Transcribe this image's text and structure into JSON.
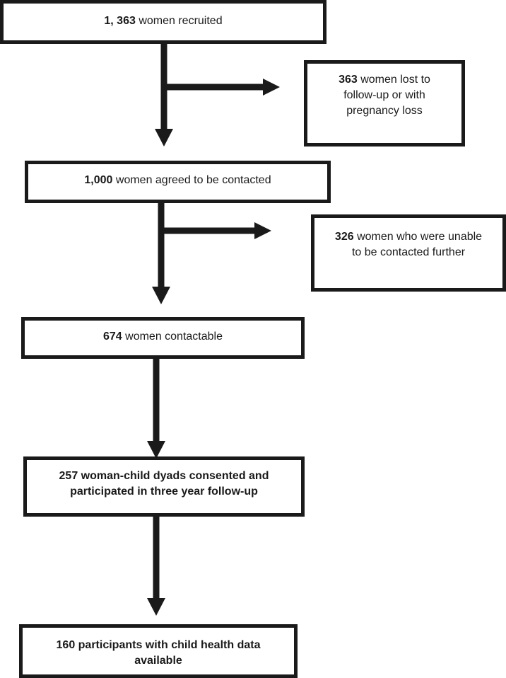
{
  "flowchart": {
    "nodes": [
      {
        "id": "recruited",
        "lines": [
          {
            "bold": "1, 363",
            "text": " women recruited"
          }
        ]
      },
      {
        "id": "lost",
        "lines": [
          {
            "bold": "363",
            "text": " women lost to"
          },
          {
            "bold": "",
            "text": "follow-up or with"
          },
          {
            "bold": "",
            "text": "pregnancy loss"
          }
        ]
      },
      {
        "id": "agreed",
        "lines": [
          {
            "bold": "1,000",
            "text": " women agreed to be contacted"
          }
        ]
      },
      {
        "id": "unable",
        "lines": [
          {
            "bold": "326",
            "text": " women who were unable"
          },
          {
            "bold": "",
            "text": "to be contacted further"
          }
        ]
      },
      {
        "id": "contactable",
        "lines": [
          {
            "bold": "674",
            "text": " women contactable"
          }
        ]
      },
      {
        "id": "dyads",
        "lines": [
          {
            "bold": "257 woman-child dyads consented and",
            "text": ""
          },
          {
            "bold": "participated in three year follow-up",
            "text": ""
          }
        ]
      },
      {
        "id": "health",
        "lines": [
          {
            "bold": "160 participants with child health data",
            "text": ""
          },
          {
            "bold": "available",
            "text": ""
          }
        ]
      }
    ],
    "edges": [
      {
        "from": "recruited",
        "to": "agreed"
      },
      {
        "from": "recruited",
        "to": "lost"
      },
      {
        "from": "agreed",
        "to": "contactable"
      },
      {
        "from": "agreed",
        "to": "unable"
      },
      {
        "from": "contactable",
        "to": "dyads"
      },
      {
        "from": "dyads",
        "to": "health"
      }
    ]
  }
}
